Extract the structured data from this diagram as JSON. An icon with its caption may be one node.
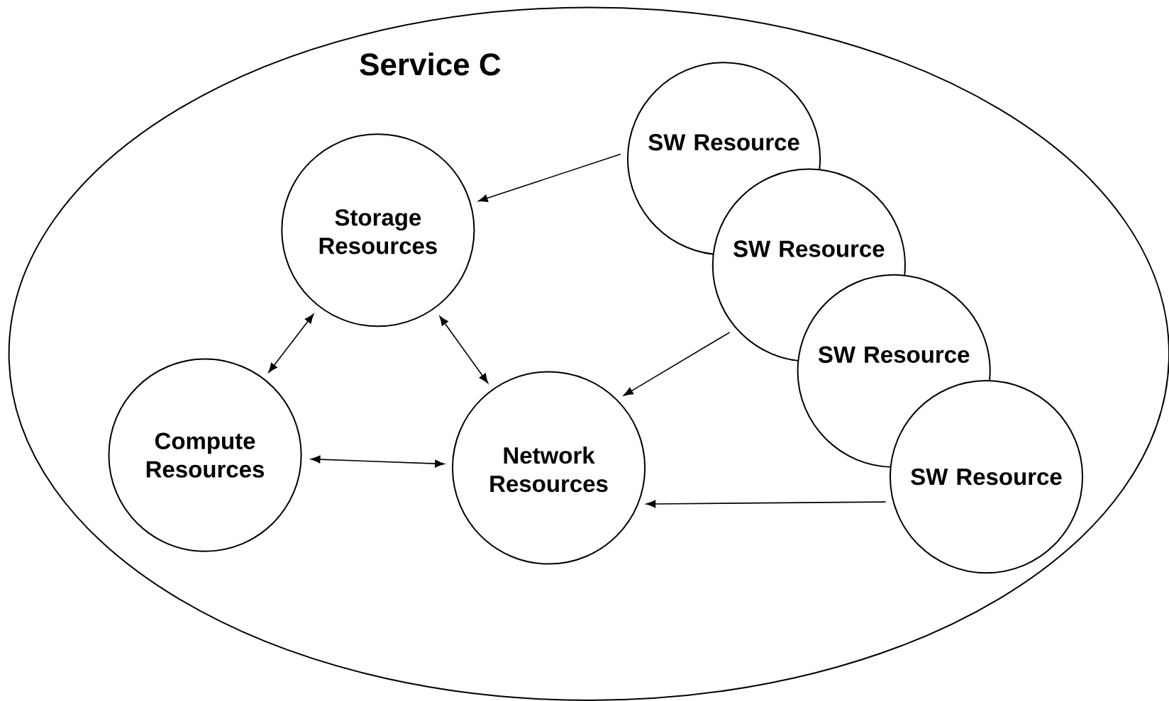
{
  "diagram": {
    "nodes": [
      {
        "text": [
          "Service C"
        ]
      },
      {
        "text": [
          "Storage Resources"
        ],
        "in": 0
      },
      {
        "text": [
          "Compute Resources"
        ],
        "in": 0
      },
      {
        "text": [
          "Network Resources"
        ],
        "in": 0
      },
      {
        "text": [
          "SW Resource"
        ],
        "in": 0
      },
      {
        "text": [
          "SW Resource"
        ],
        "in": 0
      },
      {
        "text": [
          "SW Resource"
        ],
        "in": 0
      },
      {
        "text": [
          "SW Resource"
        ],
        "in": 0
      }
    ],
    "edges": [
      {
        "from": 4,
        "to": 1,
        "arrow": "to"
      },
      {
        "from": 1,
        "to": 2,
        "arrow": "both"
      },
      {
        "from": 1,
        "to": 3,
        "arrow": "both"
      },
      {
        "from": 2,
        "to": 3,
        "arrow": "both"
      },
      {
        "from": 5,
        "to": 3,
        "arrow": "to"
      },
      {
        "from": 7,
        "to": 3,
        "arrow": "to"
      }
    ]
  }
}
